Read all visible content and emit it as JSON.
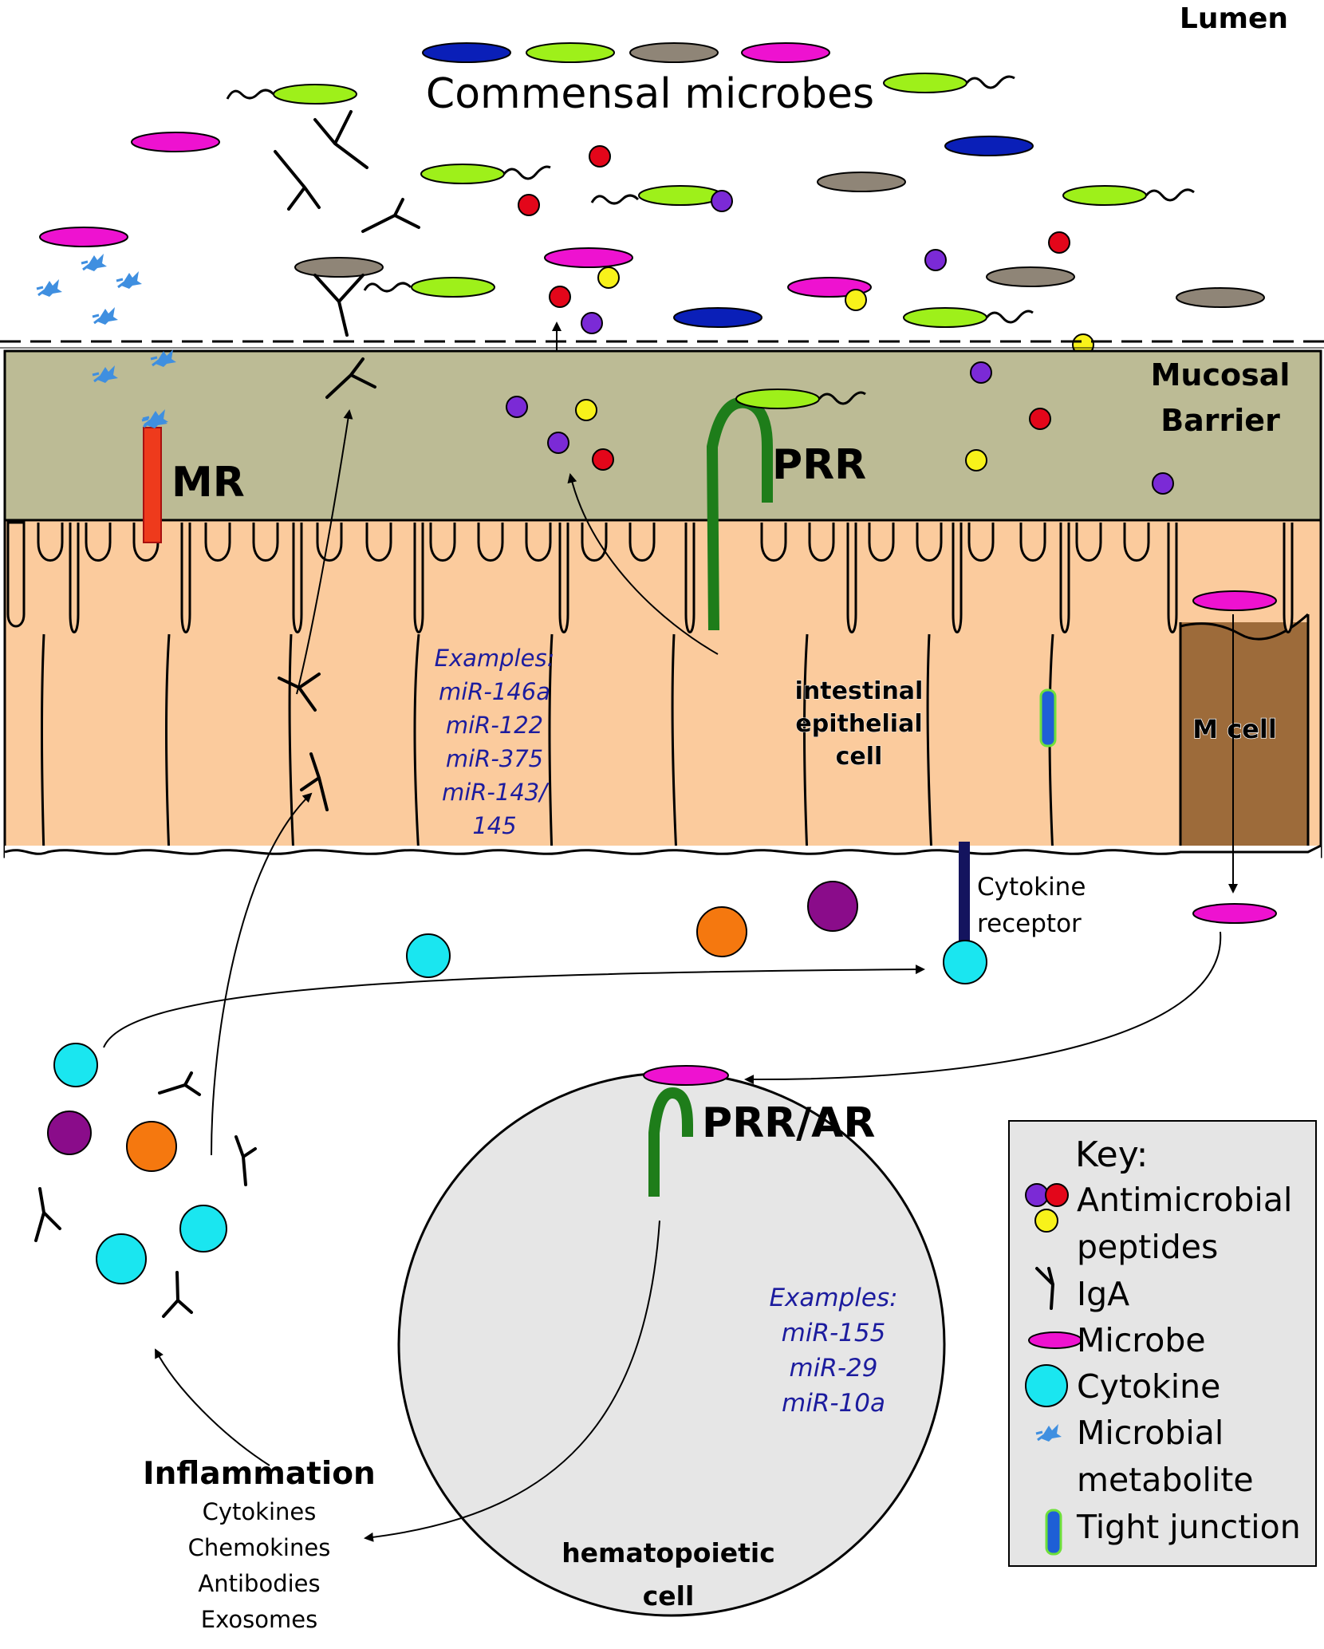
{
  "labels": {
    "lumen": "Lumen",
    "commensal": "Commensal microbes",
    "mucosal_1": "Mucosal",
    "mucosal_2": "Barrier",
    "mr": "MR",
    "prr": "PRR",
    "prr_ar": "PRR/AR",
    "iec_1": "intestinal",
    "iec_2": "epithelial",
    "iec_3": "cell",
    "mcell": "M cell",
    "cytokine_receptor_1": "Cytokine",
    "cytokine_receptor_2": "receptor",
    "hema_1": "hematopoietic",
    "hema_2": "cell",
    "inflammation": "Inflammation",
    "inflammation_items": [
      "Cytokines",
      "Chemokines",
      "Antibodies",
      "Exosomes"
    ]
  },
  "epithelial_examples": [
    "Examples:",
    "miR-146a",
    "miR-122",
    "miR-375",
    "miR-143/",
    "145"
  ],
  "hematopoietic_examples": [
    "Examples:",
    "miR-155",
    "miR-29",
    "miR-10a"
  ],
  "key": {
    "title": "Key:",
    "items": [
      "Antimicrobial",
      "peptides",
      "IgA",
      "Microbe",
      "Cytokine",
      "Microbial",
      "metabolite",
      "Tight junction"
    ]
  },
  "colors": {
    "cell": "#fbcb9d",
    "barrier": "#bcbb95",
    "mcell": "#9d6b3a",
    "prr": "#1e7d1a",
    "mr": "#ee3a1c",
    "cytokine": "#1ae6f0",
    "magenta": "#ee12d0",
    "green": "#9ef01a",
    "grey_microbe": "#8f8577",
    "blue_microbe": "#0a1fb8",
    "purple": "#7b2ad6",
    "red": "#e3061a",
    "yellow": "#f8f21a",
    "orange": "#f5780f",
    "dark_purple": "#8a0c8a",
    "receptor": "#14145e",
    "metabolite": "#3f8fe0",
    "hema": "#e6e6e6",
    "key_bg": "#e5e5e5"
  }
}
